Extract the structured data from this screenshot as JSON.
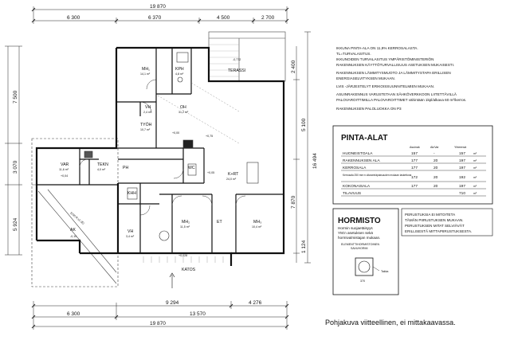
{
  "dimensions": {
    "top_total": "19 870",
    "top_segments": [
      "6 300",
      "6 370",
      "4 500",
      "2 700"
    ],
    "bottom_segments_a": [
      "9 294",
      "4 276"
    ],
    "bottom_segments_b": [
      "6 300",
      "13 570"
    ],
    "bottom_total": "19 870",
    "left": [
      "7 500",
      "3 070",
      "5 924"
    ],
    "right": [
      "2 400",
      "5 100",
      "7 870",
      "1 124"
    ],
    "right_total": "16 494"
  },
  "rooms": [
    {
      "name": "MH₁",
      "area": "14,1 m²"
    },
    {
      "name": "KPH",
      "area": "4,8 m²"
    },
    {
      "name": "TERASSI",
      "area": ""
    },
    {
      "name": "VH",
      "area": "2,4 m²"
    },
    {
      "name": "OH",
      "area": "31,2 m²"
    },
    {
      "name": "TYÖH",
      "area": "10,7 m²"
    },
    {
      "name": "VAR",
      "area": "11,6 m²"
    },
    {
      "name": "TEKN",
      "area": "4,0 m²"
    },
    {
      "name": "PH",
      "area": ""
    },
    {
      "name": "WC",
      "area": ""
    },
    {
      "name": "K+RT",
      "area": "24,0 m²"
    },
    {
      "name": "KHH",
      "area": ""
    },
    {
      "name": "AK",
      "area": "-0,10"
    },
    {
      "name": "VH",
      "area": "3,4 m²"
    },
    {
      "name": "MH₂",
      "area": "11,5 m²"
    },
    {
      "name": "ET",
      "area": ""
    },
    {
      "name": "MH₃",
      "area": "10,4 m²"
    },
    {
      "name": "KATOS",
      "area": ""
    }
  ],
  "level_marks": [
    "+0,00",
    "+0,75",
    "+0,04",
    "+0,05",
    "+0,028",
    "-0,772",
    "+0,75"
  ],
  "fire_label": "EI30 R.s1 (E)",
  "notes": [
    "IKKUNA PINTA-ALA ON 11,9% KERROSALASTA.",
    "TL=TURVALASITUS.",
    "IKKUNOIDEN TURVALASITUS YMPÄRISTÖMINISTERIÖN",
    "RAKENNUKSEN KÄYTTÖTURVALLISUUS ASETUKSEN MUKAISESTI.",
    "RAKENNUKSEN LÄMMITYSMUOTO JA LÄMMITYSTAPA ERILLISEN",
    "ENERGIASELVITYKSEN MUKAAN.",
    "LVIS -JÄRJESTELYT ERIKOISSUUNNITELMIEN MUKAAN.",
    "ASUINRAKENNUS VARUSTETAAN SÄHKÖVERKKOON LIITETTÄVILLÄ",
    "PALOVAROITTIMILLA PALOVAROITTIMET vähintään 1kpl/alkava 60 m²/kerros.",
    "RAKENNUKSEN PALOLUOKKA ON P3"
  ],
  "area_table": {
    "title": "PINTA-ALAT",
    "headers": [
      "Asuinak",
      "Ak/Var",
      "Yhteensä"
    ],
    "rows": [
      {
        "label": "HUONEISTOALA",
        "a": "157",
        "b": "-",
        "c": "157",
        "unit": "m²"
      },
      {
        "label": "RAKENNUKSEN ALA",
        "a": "177",
        "b": "20",
        "c": "197",
        "unit": "m²"
      },
      {
        "label": "KERROSALA",
        "a": "177",
        "b": "20",
        "c": "197",
        "unit": "m²"
      },
      {
        "label": "Kerrosala 250 mm:n ulkoseinäpaksuuden mukaan laskettuna",
        "a": "172",
        "b": "20",
        "c": "192",
        "unit": "m²"
      },
      {
        "label": "KOKONAISALA",
        "a": "177",
        "b": "20",
        "c": "197",
        "unit": "m²"
      },
      {
        "label": "TILAVUUS",
        "a": "",
        "b": "",
        "c": "710",
        "unit": "m³"
      }
    ]
  },
  "hormisto": {
    "title": "HORMISTO",
    "text": [
      "Hormin suojaetäisyys",
      "YM:n asetuksen sekä",
      "hormivalmistajan mukaan.",
      "ELEMENTTIHORMISTOINEN",
      "SAVUHORMI"
    ],
    "takka_label": "Takka",
    "dim": "370"
  },
  "foundation_note": [
    "PERUSTUKSIA EI MITOITETA",
    "TÄMÄN PIIRUSTUKSEN MUKAAN.",
    "PERUSTUKSEN MITAT SELVIÄVÄT",
    "ERILLISESTÄ MITTAPIIRUSTUKSESTA."
  ],
  "caption": "Pohjakuva viitteellinen, ei mittakaavassa."
}
